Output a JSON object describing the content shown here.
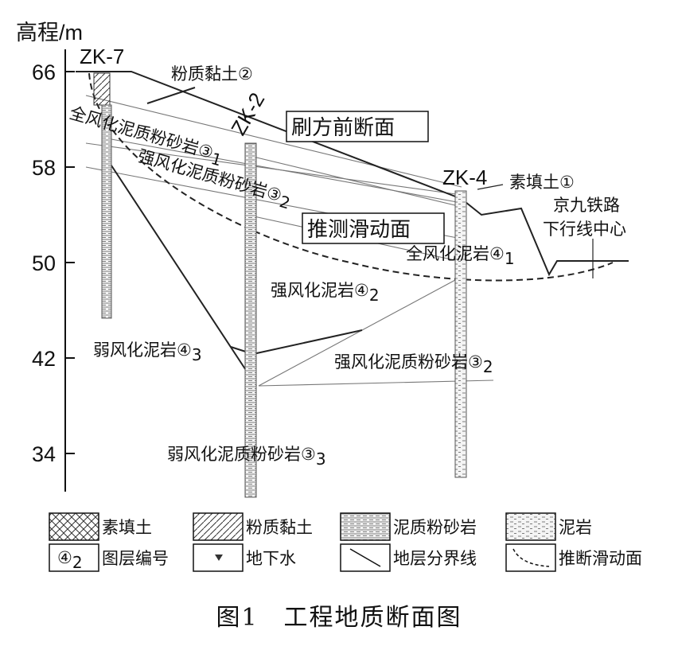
{
  "figure": {
    "y_axis_title": "高程/m",
    "y_ticks": [
      "66",
      "58",
      "50",
      "42",
      "34"
    ],
    "caption": "图1　工程地质断面图"
  },
  "boreholes": {
    "zk7": "ZK-7",
    "zk2": "ZK-2",
    "zk4": "ZK-4"
  },
  "section_labels": {
    "before_cut": "刷方前断面",
    "slip_surface": "推测滑动面"
  },
  "layer_labels": {
    "silty_clay": "粉质黏土②",
    "fill": "素填土①",
    "railway_line1": "京九铁路",
    "railway_line2": "下行线中心",
    "full_wx_siltstone_a": "全风化泥质粉砂岩③",
    "full_wx_siltstone_b": "1",
    "strong_wx_siltstone_top_a": "强风化泥质粉砂岩③",
    "strong_wx_siltstone_top_b": "2",
    "full_wx_mudstone_a": "全风化泥岩④",
    "full_wx_mudstone_b": "1",
    "strong_wx_mudstone_a": "强风化泥岩④",
    "strong_wx_mudstone_b": "2",
    "weak_wx_mudstone_a": "弱风化泥岩④",
    "weak_wx_mudstone_b": "3",
    "strong_wx_siltstone_low_a": "强风化泥质粉砂岩③",
    "strong_wx_siltstone_low_b": "2",
    "weak_wx_siltstone_a": "弱风化泥质粉砂岩③",
    "weak_wx_siltstone_b": "3"
  },
  "legend": {
    "fill": "素填土",
    "silty_clay": "粉质黏土",
    "siltstone": "泥质粉砂岩",
    "mudstone": "泥岩",
    "layer_no_sym_a": "④",
    "layer_no_sym_b": "2",
    "layer_no": "图层编号",
    "groundwater": "地下水",
    "boundary": "地层分界线",
    "inferred_slip": "推断滑动面"
  }
}
